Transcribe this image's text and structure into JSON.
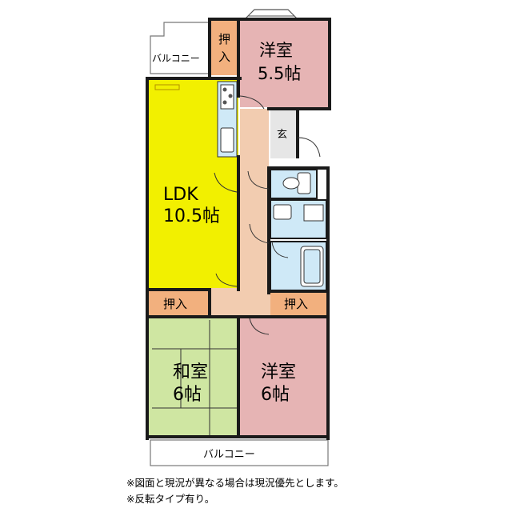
{
  "rooms": {
    "balcony_top": "バルコニー",
    "oshiire_top": [
      "押",
      "入"
    ],
    "western_top_name": "洋室",
    "western_top_size": "5.5帖",
    "genkan": "玄",
    "ldk_name": "LDK",
    "ldk_size": "10.5帖",
    "oshiire_left": "押入",
    "oshiire_right": "押入",
    "washitsu_name": "和室",
    "washitsu_size": "6帖",
    "western_bottom_name": "洋室",
    "western_bottom_size": "6帖",
    "balcony_bottom": "バルコニー"
  },
  "notes": [
    "※図面と現況が異なる場合は現況優先とします。",
    "※反転タイプ有り。"
  ],
  "colors": {
    "ldk": "#f2f000",
    "western": "#e6b4b4",
    "washitsu": "#cfe6a2",
    "oshiire": "#f2b07e",
    "corridor": "#f2ccb0",
    "wet": "#cfe9f7",
    "wall": "#1a1a1a"
  }
}
